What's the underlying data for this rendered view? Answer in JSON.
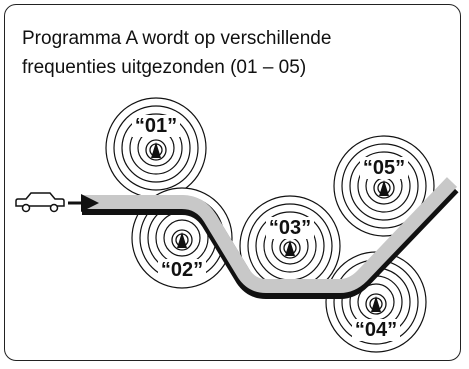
{
  "caption": {
    "line1": "Programma A wordt op verschillende",
    "line2": "frequenties uitgezonden (01 – 05)"
  },
  "stations": [
    {
      "label": "“01”"
    },
    {
      "label": "“02”"
    },
    {
      "label": "“03”"
    },
    {
      "label": "“04”"
    },
    {
      "label": "“05”"
    }
  ],
  "colors": {
    "road": "#c8c8c8",
    "road_edge": "#111111",
    "ring": "#111111",
    "frame": "#222222"
  },
  "icons": {
    "car": "car-icon",
    "arrow": "arrow-right-icon",
    "antenna": "antenna-icon"
  }
}
